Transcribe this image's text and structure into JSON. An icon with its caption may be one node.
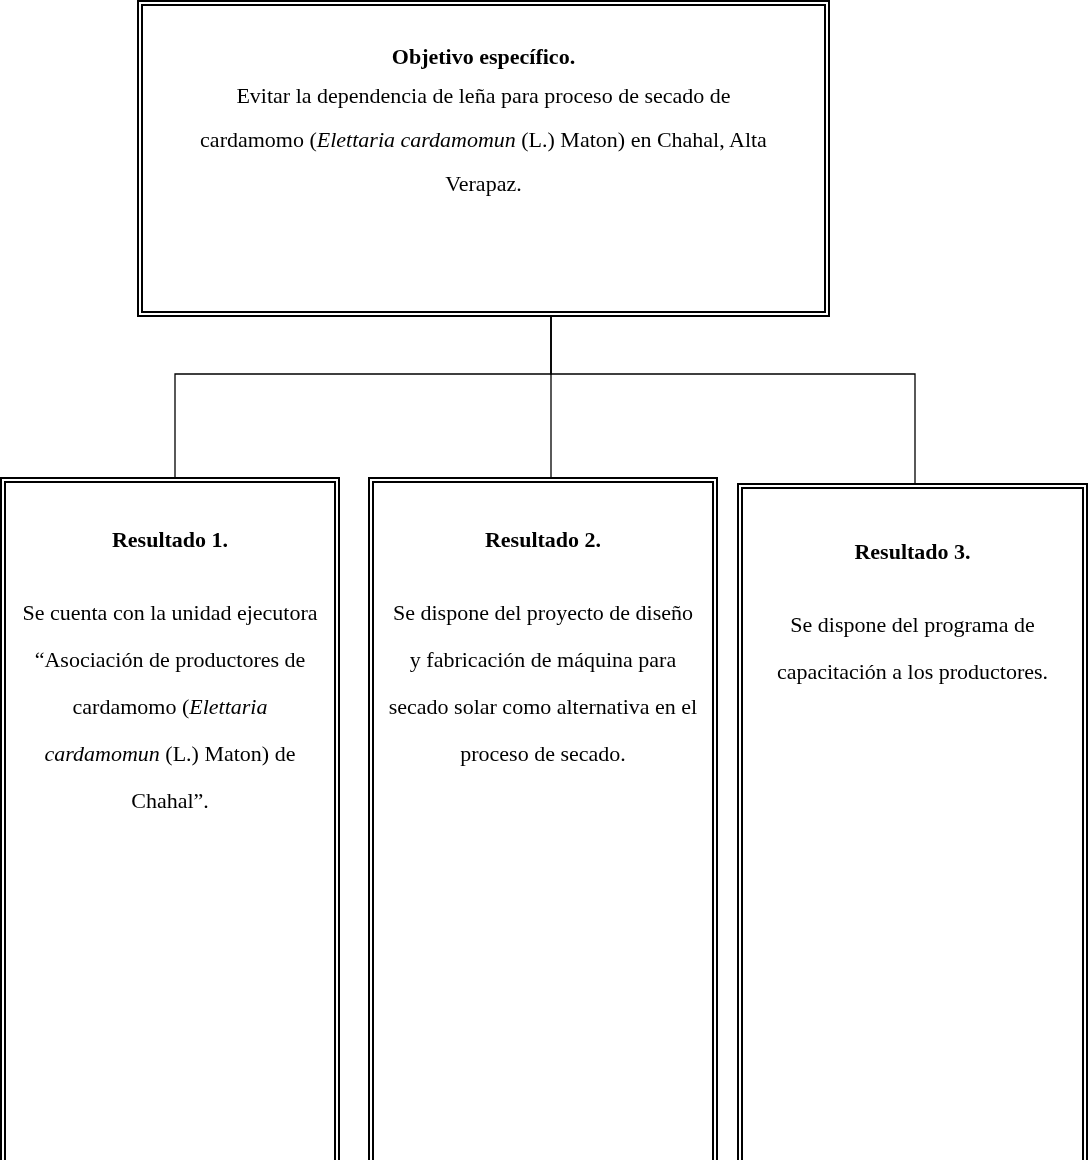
{
  "diagram": {
    "nodes": [
      {
        "text": [
          "Objetivo específico.",
          "Evitar la dependencia de leña para proceso de secado de cardamomo (*Elettaria cardamomun* (L.) Maton) en Chahal, Alta Verapaz."
        ]
      },
      {
        "text": [
          "Resultado 1.",
          "Se cuenta con la unidad ejecutora “Asociación de productores de cardamomo (*Elettaria cardamomun* (L.) Maton) de Chahal”."
        ]
      },
      {
        "text": [
          "Resultado 2.",
          "Se dispone del proyecto de diseño y fabricación de máquina para secado solar como alternativa en el proceso de secado."
        ]
      },
      {
        "text": [
          "Resultado 3.",
          "Se dispone del programa de capacitación a los productores."
        ]
      }
    ],
    "edges": [
      {
        "from": 0,
        "to": 1,
        "arrow": "none"
      },
      {
        "from": 0,
        "to": 2,
        "arrow": "none"
      },
      {
        "from": 0,
        "to": 3,
        "arrow": "none"
      }
    ]
  }
}
